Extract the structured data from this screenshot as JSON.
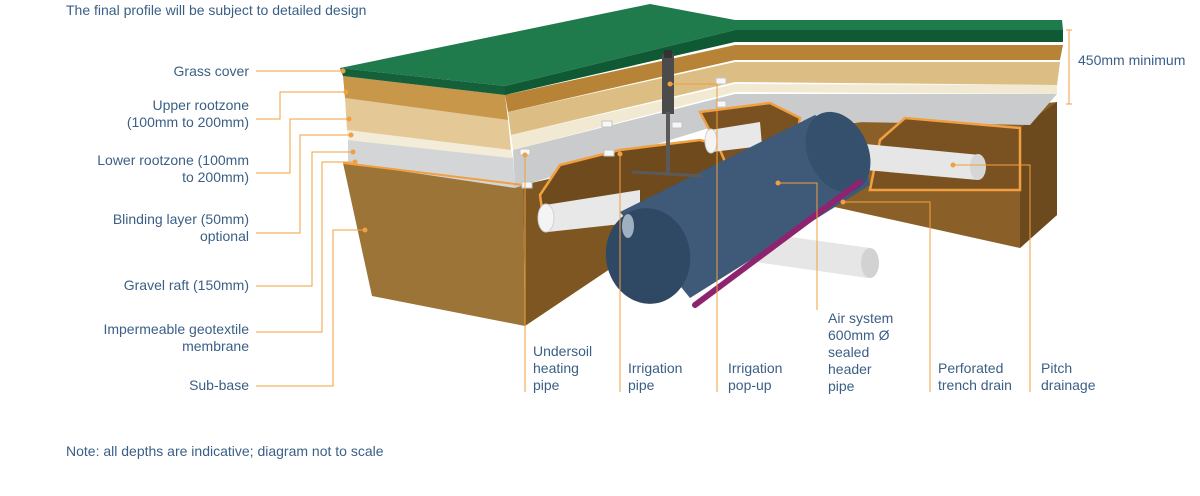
{
  "header_note": "The final profile will be subject to detailed design",
  "footer_note": "Note: all depths are indicative; diagram not to scale",
  "depth_label": "450mm minimum",
  "left_labels": [
    {
      "text": "Grass cover"
    },
    {
      "text": "Upper rootzone\n(100mm to 200mm)"
    },
    {
      "text": "Lower rootzone (100mm\nto 200mm)"
    },
    {
      "text": "Blinding layer (50mm)\noptional"
    },
    {
      "text": "Gravel raft (150mm)"
    },
    {
      "text": "Impermeable geotextile\nmembrane"
    },
    {
      "text": "Sub-base"
    }
  ],
  "bottom_labels": [
    {
      "text": "Undersoil\nheating\npipe"
    },
    {
      "text": "Irrigation\npipe"
    },
    {
      "text": "Irrigation\npop-up"
    },
    {
      "text": "Air system\n600mm Ø\nsealed\nheader\npipe"
    },
    {
      "text": "Perforated\ntrench drain"
    },
    {
      "text": "Pitch\ndrainage"
    }
  ],
  "colors": {
    "text": "#3a5f86",
    "leader": "#f0a040",
    "grass": "#1f7a4c",
    "upper_rootzone": "#c9984a",
    "lower_rootzone": "#e2c58f",
    "blinding": "#f2ead6",
    "gravel": "#cfd0d2",
    "subbase": "#8c6330",
    "header_pipe": "#3e5a78",
    "air_rod": "#8e2470"
  }
}
